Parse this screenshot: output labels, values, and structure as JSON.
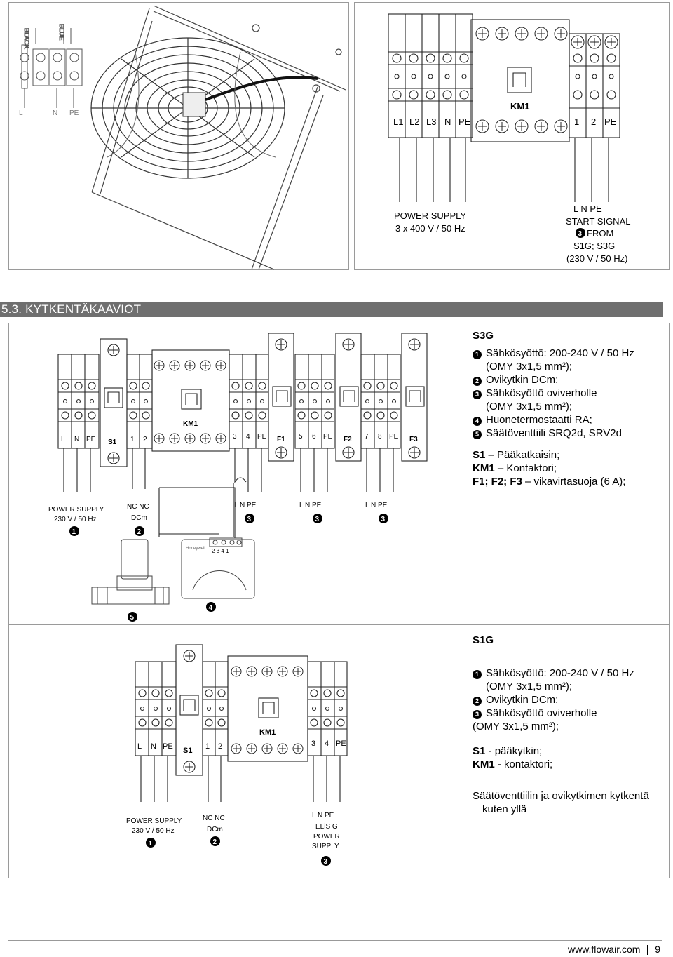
{
  "top": {
    "fan_wire_labels": [
      "BLACK",
      "BLUE"
    ],
    "fan_terminal_labels": [
      "L",
      "N",
      "PE"
    ],
    "terminals_main": [
      "L1",
      "L2",
      "L3",
      "N",
      "PE"
    ],
    "km1_label": "KM1",
    "terminals_signal": [
      "1",
      "2",
      "PE"
    ],
    "power_supply": [
      "POWER SUPPLY",
      "3 x 400 V / 50 Hz"
    ],
    "start_signal": [
      "L  N  PE",
      "START SIGNAL",
      "FROM",
      "S1G; S3G",
      "(230 V / 50 Hz)"
    ],
    "start_signal_num": "3"
  },
  "section": {
    "title": "5.3. KYTKENTÄKAAVIOT"
  },
  "s3g": {
    "title": "S3G",
    "legend": [
      {
        "num": "1",
        "text": "Sähkösyöttö: 200-240 V / 50 Hz"
      },
      {
        "num": "",
        "text": "(OMY 3x1,5 mm²);"
      },
      {
        "num": "2",
        "text": "Ovikytkin DCm;"
      },
      {
        "num": "3",
        "text": "Sähkösyöttö oviverholle"
      },
      {
        "num": "",
        "text": "(OMY 3x1,5 mm²);"
      },
      {
        "num": "4",
        "text": "Huonetermostaatti RA;"
      },
      {
        "num": "5",
        "text": "Säätöventtiili SRQ2d, SRV2d"
      }
    ],
    "abbr": [
      {
        "key": "S1",
        "text": " – Pääkatkaisin;"
      },
      {
        "key": "KM1",
        "text": " – Kontaktori;"
      },
      {
        "key": "F1; F2; F3",
        "text": " – vikavirtasuoja (6 A);"
      }
    ],
    "terminal_labels": [
      "L",
      "N",
      "PE",
      "S1",
      "1",
      "2",
      "KM1",
      "3",
      "4",
      "PE",
      "F1",
      "5",
      "6",
      "PE",
      "F2",
      "7",
      "8",
      "PE",
      "F3"
    ],
    "power_supply": [
      "POWER SUPPLY",
      "230 V / 50 Hz"
    ],
    "dcm": [
      "NC  NC",
      "DCm"
    ],
    "lnpe": "L  N  PE",
    "thermostat_brand": "Honeywell",
    "thermostat_terminals": "2  3  4  1",
    "nums": {
      "ps": "1",
      "dcm": "2",
      "out": "3",
      "thermo": "4",
      "valve": "5"
    }
  },
  "s1g": {
    "title": "S1G",
    "legend": [
      {
        "num": "1",
        "text": "Sähkösyöttö: 200-240 V / 50 Hz"
      },
      {
        "num": "",
        "text": "(OMY 3x1,5 mm²);"
      },
      {
        "num": "2",
        "text": "Ovikytkin DCm;"
      },
      {
        "num": "3",
        "text": "Sähkösyöttö oviverholle"
      },
      {
        "num": "",
        "text": "(OMY 3x1,5 mm²);"
      }
    ],
    "abbr": [
      {
        "key": "S1",
        "text": " - pääkytkin;"
      },
      {
        "key": "KM1",
        "text": " - kontaktori;"
      }
    ],
    "note": [
      "Säätöventtiilin ja ovikytkimen kytkentä",
      "kuten yllä"
    ],
    "terminal_labels": [
      "L",
      "N",
      "PE",
      "S1",
      "1",
      "2",
      "KM1",
      "3",
      "4",
      "PE"
    ],
    "power_supply": [
      "POWER SUPPLY",
      "230 V / 50 Hz"
    ],
    "dcm": [
      "NC  NC",
      "DCm"
    ],
    "elis": [
      "L  N  PE",
      "ELiS G",
      "POWER",
      "SUPPLY"
    ],
    "nums": {
      "ps": "1",
      "dcm": "2",
      "elis": "3"
    }
  },
  "footer": {
    "url": "www.flowair.com",
    "page": "9"
  }
}
